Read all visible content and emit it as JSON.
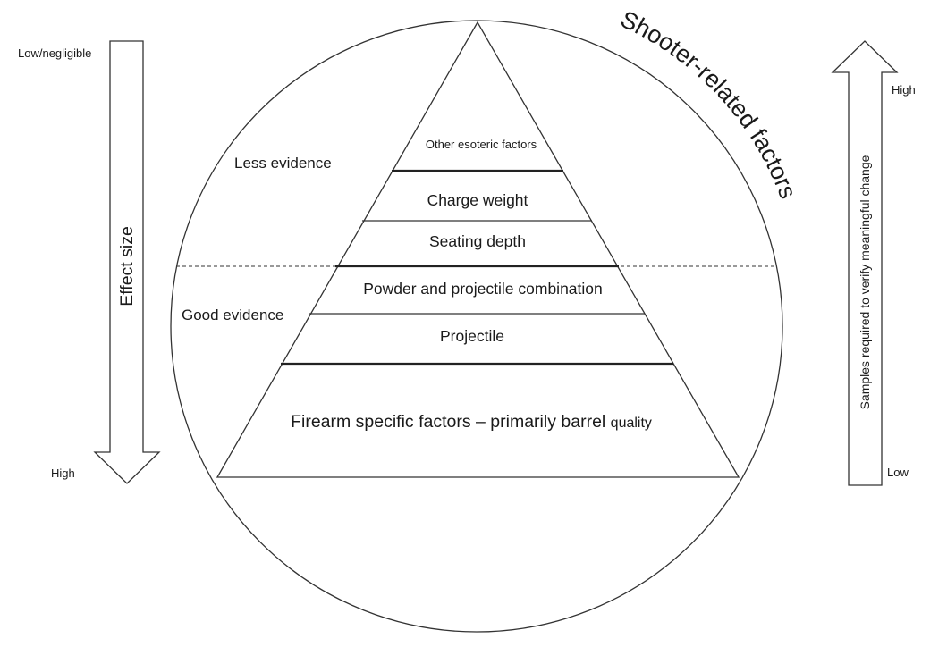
{
  "diagram": {
    "ring_label": "Shooter-related factors",
    "left_axis": {
      "title": "Effect size",
      "top_label": "Low/negligible",
      "bottom_label": "High"
    },
    "right_axis": {
      "title": "Samples required to verify meaningful change",
      "top_label": "High",
      "bottom_label": "Low"
    },
    "evidence": {
      "upper": "Less evidence",
      "lower": "Good evidence"
    },
    "pyramid_tiers": [
      "Other esoteric factors",
      "Charge weight",
      "Seating depth",
      "Powder and projectile combination",
      "Projectile"
    ],
    "base_tier": {
      "main": "Firearm specific factors – primarily barrel",
      "suffix": "quality"
    }
  }
}
